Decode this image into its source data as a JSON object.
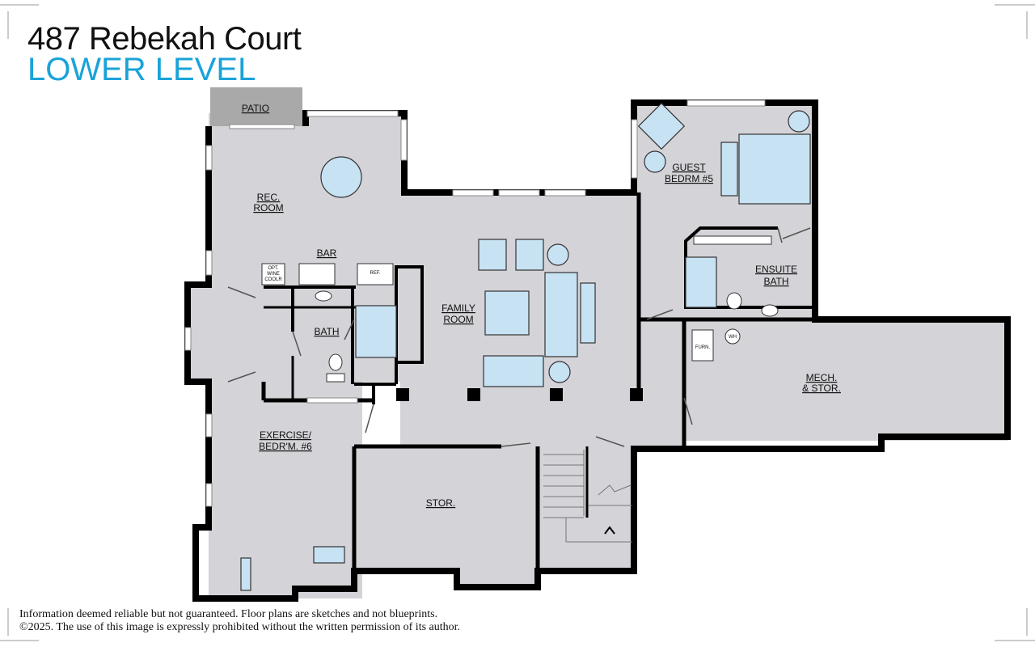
{
  "header": {
    "address": "487 Rebekah Court",
    "level": "LOWER LEVEL"
  },
  "rooms": {
    "patio": "PATIO",
    "rec_room_1": "REC.",
    "rec_room_2": "ROOM",
    "bar": "BAR",
    "bath": "BATH",
    "family_room_1": "FAMILY",
    "family_room_2": "ROOM",
    "guest_bedroom_1": "GUEST",
    "guest_bedroom_2": "BEDRM #5",
    "ensuite_bath_1": "ENSUITE",
    "ensuite_bath_2": "BATH",
    "mech_stor_1": "MECH.",
    "mech_stor_2": "& STOR.",
    "exercise_1": "EXERCISE/",
    "exercise_2": "BEDR'M. #6",
    "storage": "STOR."
  },
  "fixtures": {
    "wine_cooler_1": "OPT.",
    "wine_cooler_2": "WINE",
    "wine_cooler_3": "COOLR",
    "refrigerator": "REF.",
    "furnace": "FURN.",
    "water_heater": "WH"
  },
  "footer": {
    "disclaimer": "Information deemed reliable but not guaranteed. Floor plans are sketches and not blueprints.",
    "copyright": "©2025. The use of  this image is expressly prohibited without the written permission of its author."
  },
  "colors": {
    "floor": "#d3d3d8",
    "wall": "#000000",
    "furniture": "#c7e2f3",
    "title_accent": "#1aa3d9",
    "patio": "#a9a9a9"
  }
}
